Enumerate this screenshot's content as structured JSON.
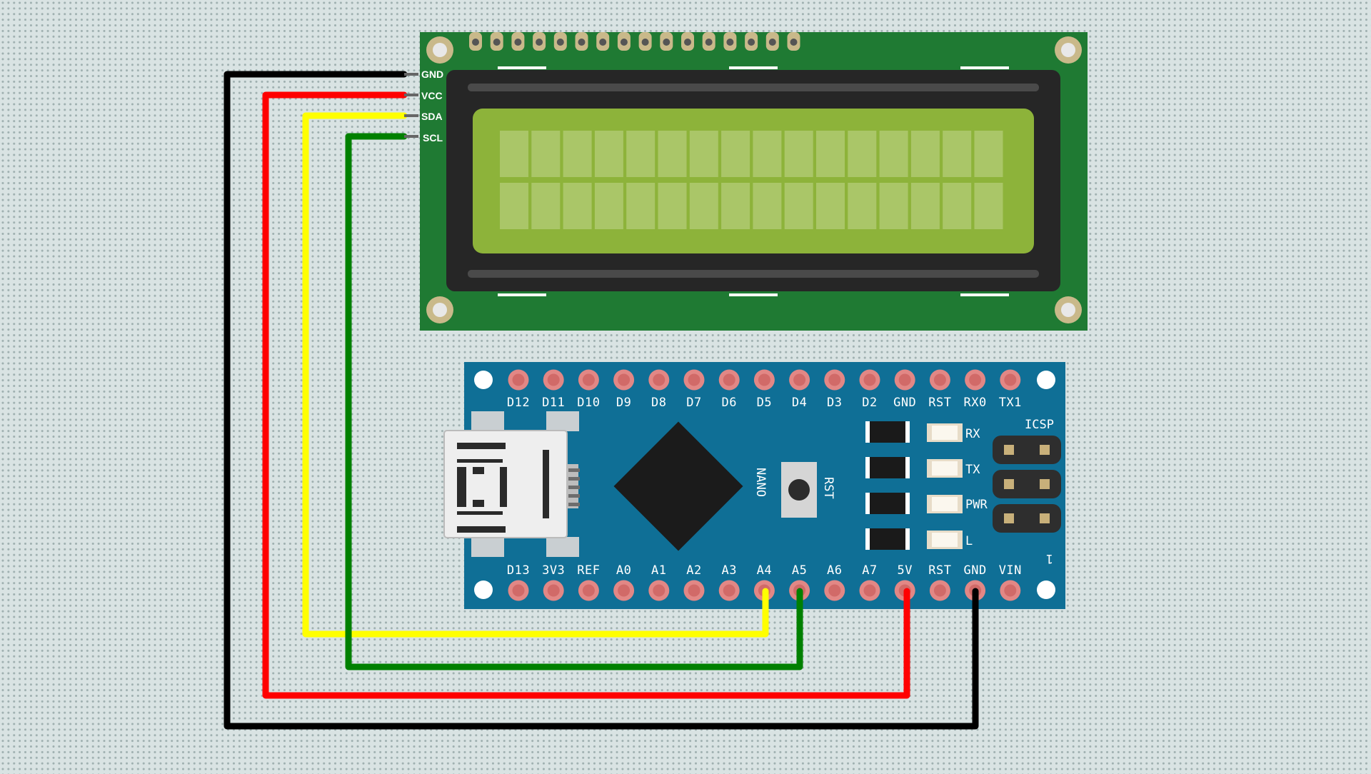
{
  "lcd": {
    "pins": [
      "GND",
      "VCC",
      "SDA",
      "SCL"
    ],
    "character_rows": 2,
    "character_columns": 16
  },
  "nano": {
    "board_label": "NANO",
    "reset_label": "RST",
    "icsp_label": "ICSP",
    "icsp_pin1_marker": "1",
    "led_labels": [
      "RX",
      "TX",
      "PWR",
      "L"
    ],
    "top_pins": [
      "D12",
      "D11",
      "D10",
      "D9",
      "D8",
      "D7",
      "D6",
      "D5",
      "D4",
      "D3",
      "D2",
      "GND",
      "RST",
      "RX0",
      "TX1"
    ],
    "bottom_pins": [
      "D13",
      "3V3",
      "REF",
      "A0",
      "A1",
      "A2",
      "A3",
      "A4",
      "A5",
      "A6",
      "A7",
      "5V",
      "RST",
      "GND",
      "VIN"
    ]
  },
  "wires": [
    {
      "name": "gnd-wire",
      "color": "#000000",
      "from": "LCD GND",
      "to": "GND"
    },
    {
      "name": "vcc-wire",
      "color": "#ff0000",
      "from": "LCD VCC",
      "to": "5V"
    },
    {
      "name": "sda-wire",
      "color": "#ffff00",
      "from": "LCD SDA",
      "to": "A4"
    },
    {
      "name": "scl-wire",
      "color": "#008000",
      "from": "LCD SCL",
      "to": "A5"
    }
  ],
  "colors": {
    "lcd_pcb": "#1f7a33",
    "lcd_screen": "#8db33a",
    "nano_pcb": "#0f6f96",
    "pin_pad": "#e28785"
  }
}
